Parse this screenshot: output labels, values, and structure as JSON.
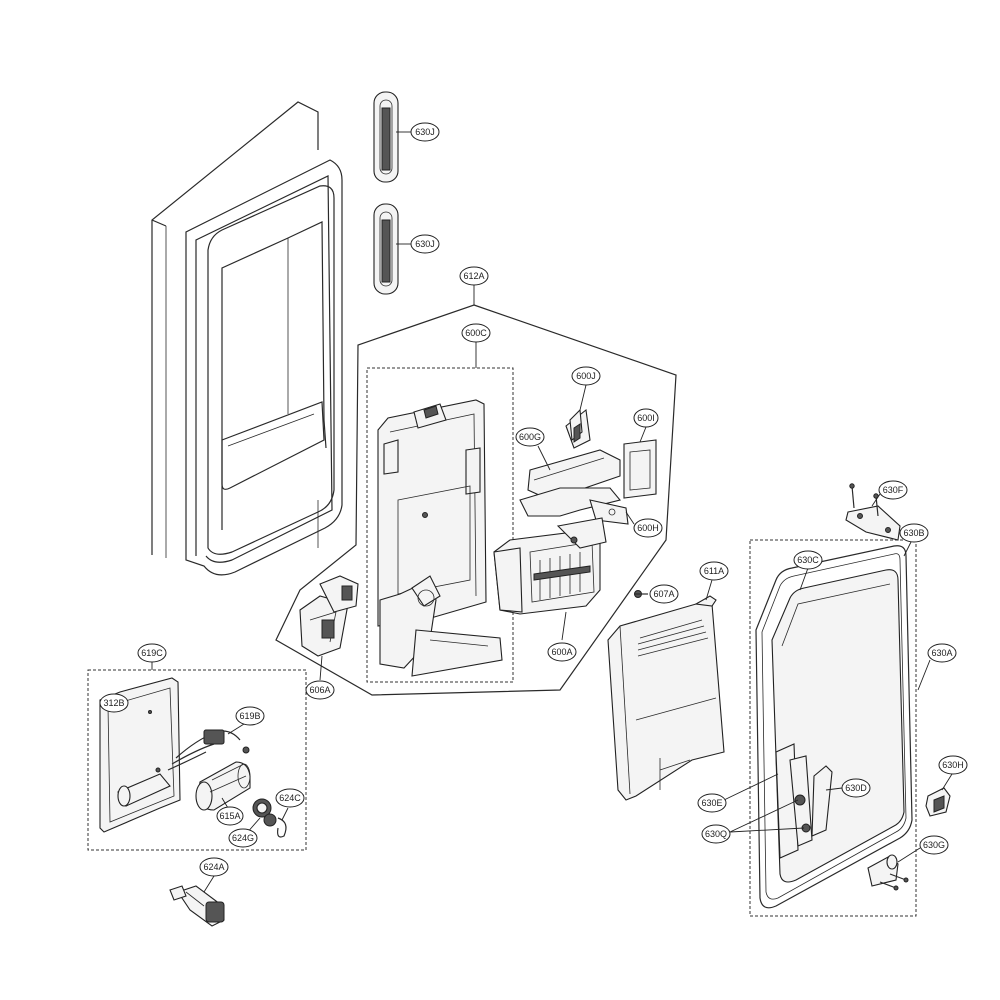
{
  "callouts": {
    "c630J_top": "630J",
    "c630J_bottom": "630J",
    "c612A": "612A",
    "c600C": "600C",
    "c600J": "600J",
    "c600I": "600I",
    "c600G": "600G",
    "c600H": "600H",
    "c607A": "607A",
    "c600A": "600A",
    "c606A": "606A",
    "c611A": "611A",
    "c630F": "630F",
    "c630B": "630B",
    "c630C": "630C",
    "c630A": "630A",
    "c630H": "630H",
    "c630D": "630D",
    "c630E": "630E",
    "c630Q": "630Q",
    "c630G": "630G",
    "c619C": "619C",
    "c312B": "312B",
    "c619B": "619B",
    "c624C": "624C",
    "c615A": "615A",
    "c624G": "624G",
    "c624A": "624A"
  }
}
